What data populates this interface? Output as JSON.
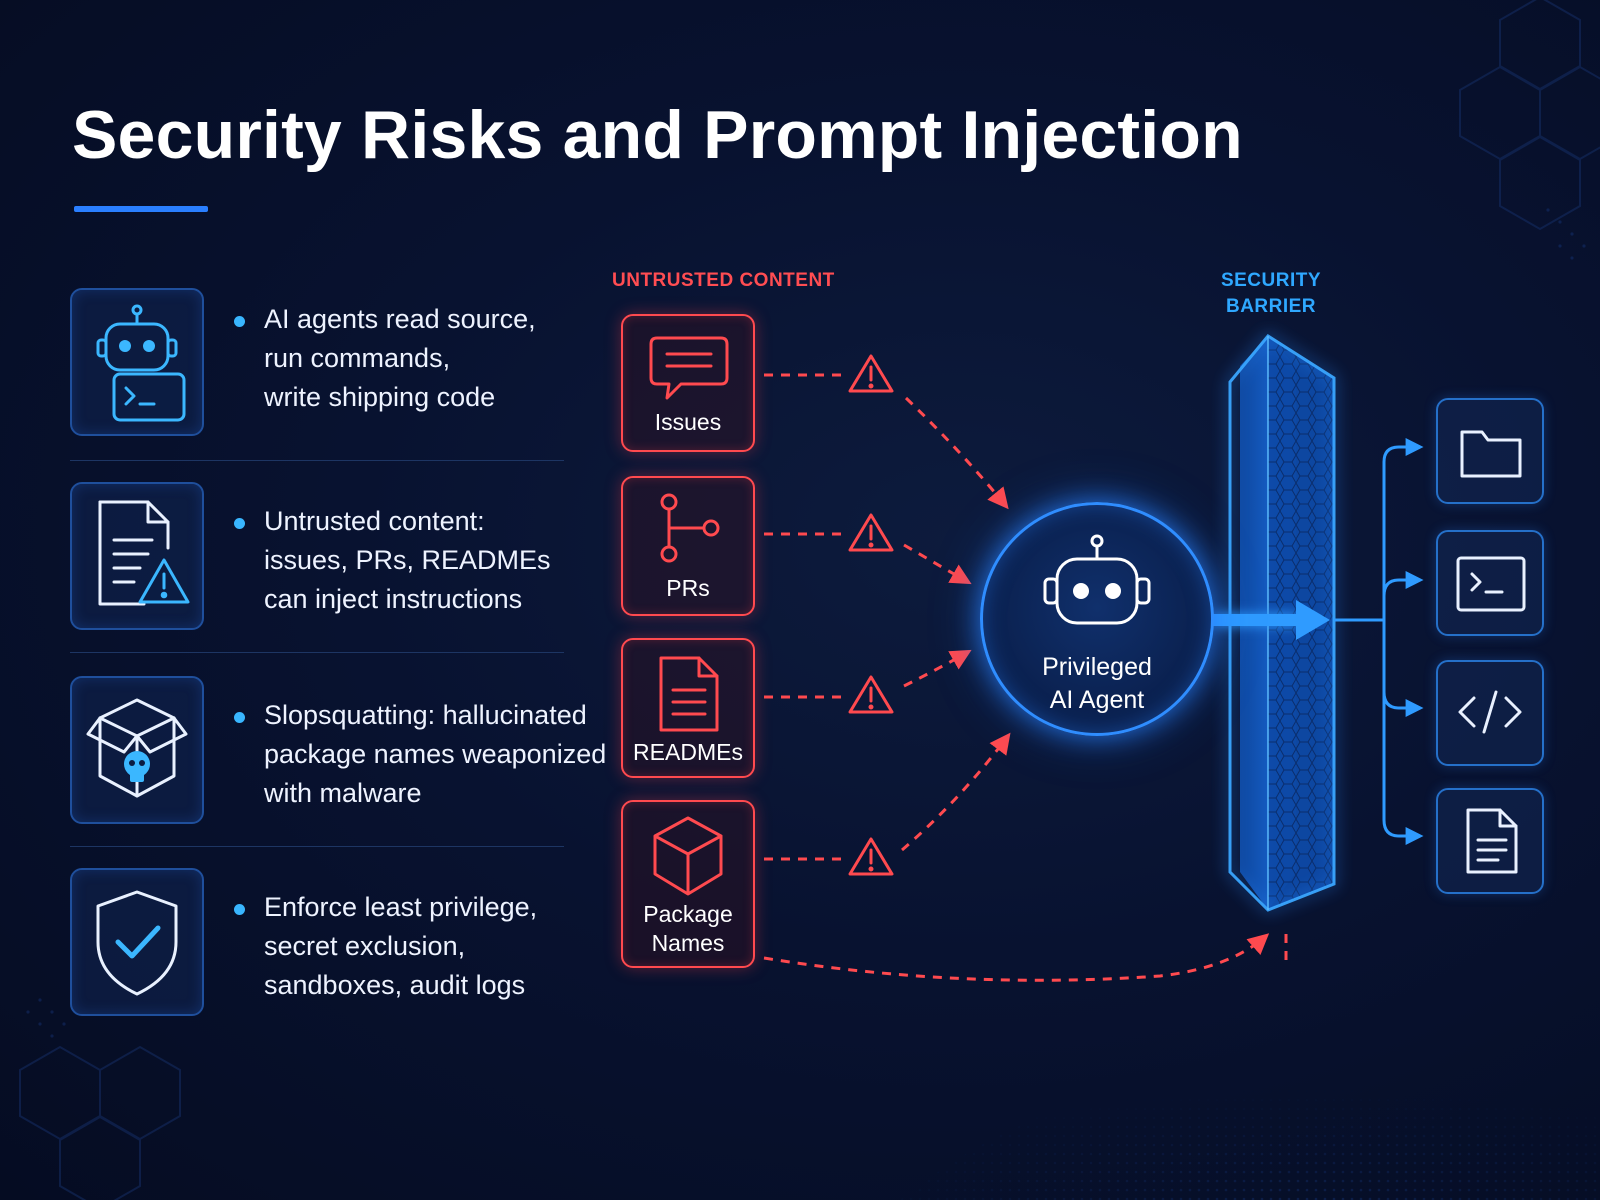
{
  "title": "Security Risks and Prompt Injection",
  "bullets": [
    {
      "icon": "robot-terminal-icon",
      "text": "AI agents read source,\nrun commands,\nwrite shipping code"
    },
    {
      "icon": "document-warning-icon",
      "text": "Untrusted content:\nissues, PRs, READMEs\ncan inject instructions"
    },
    {
      "icon": "skull-box-icon",
      "text": "Slopsquatting: hallucinated\npackage names weaponized\nwith malware"
    },
    {
      "icon": "shield-check-icon",
      "text": "Enforce least privilege,\nsecret exclusion,\nsandboxes, audit logs"
    }
  ],
  "untrusted_label": "UNTRUSTED CONTENT",
  "sources": [
    {
      "label": "Issues",
      "icon": "chat-bubble-icon"
    },
    {
      "label": "PRs",
      "icon": "git-branch-icon"
    },
    {
      "label": "READMEs",
      "icon": "document-icon"
    },
    {
      "label": "Package\nNames",
      "icon": "package-cube-icon"
    }
  ],
  "agent_label": "Privileged\nAI Agent",
  "barrier_label": "SECURITY\nBARRIER",
  "tools": [
    {
      "icon": "folder-icon"
    },
    {
      "icon": "terminal-icon"
    },
    {
      "icon": "code-icon"
    },
    {
      "icon": "document-icon"
    }
  ],
  "colors": {
    "background": "#071230",
    "accent_blue": "#2a7fff",
    "threat_red": "#ff4a4f",
    "text": "#ffffff"
  }
}
